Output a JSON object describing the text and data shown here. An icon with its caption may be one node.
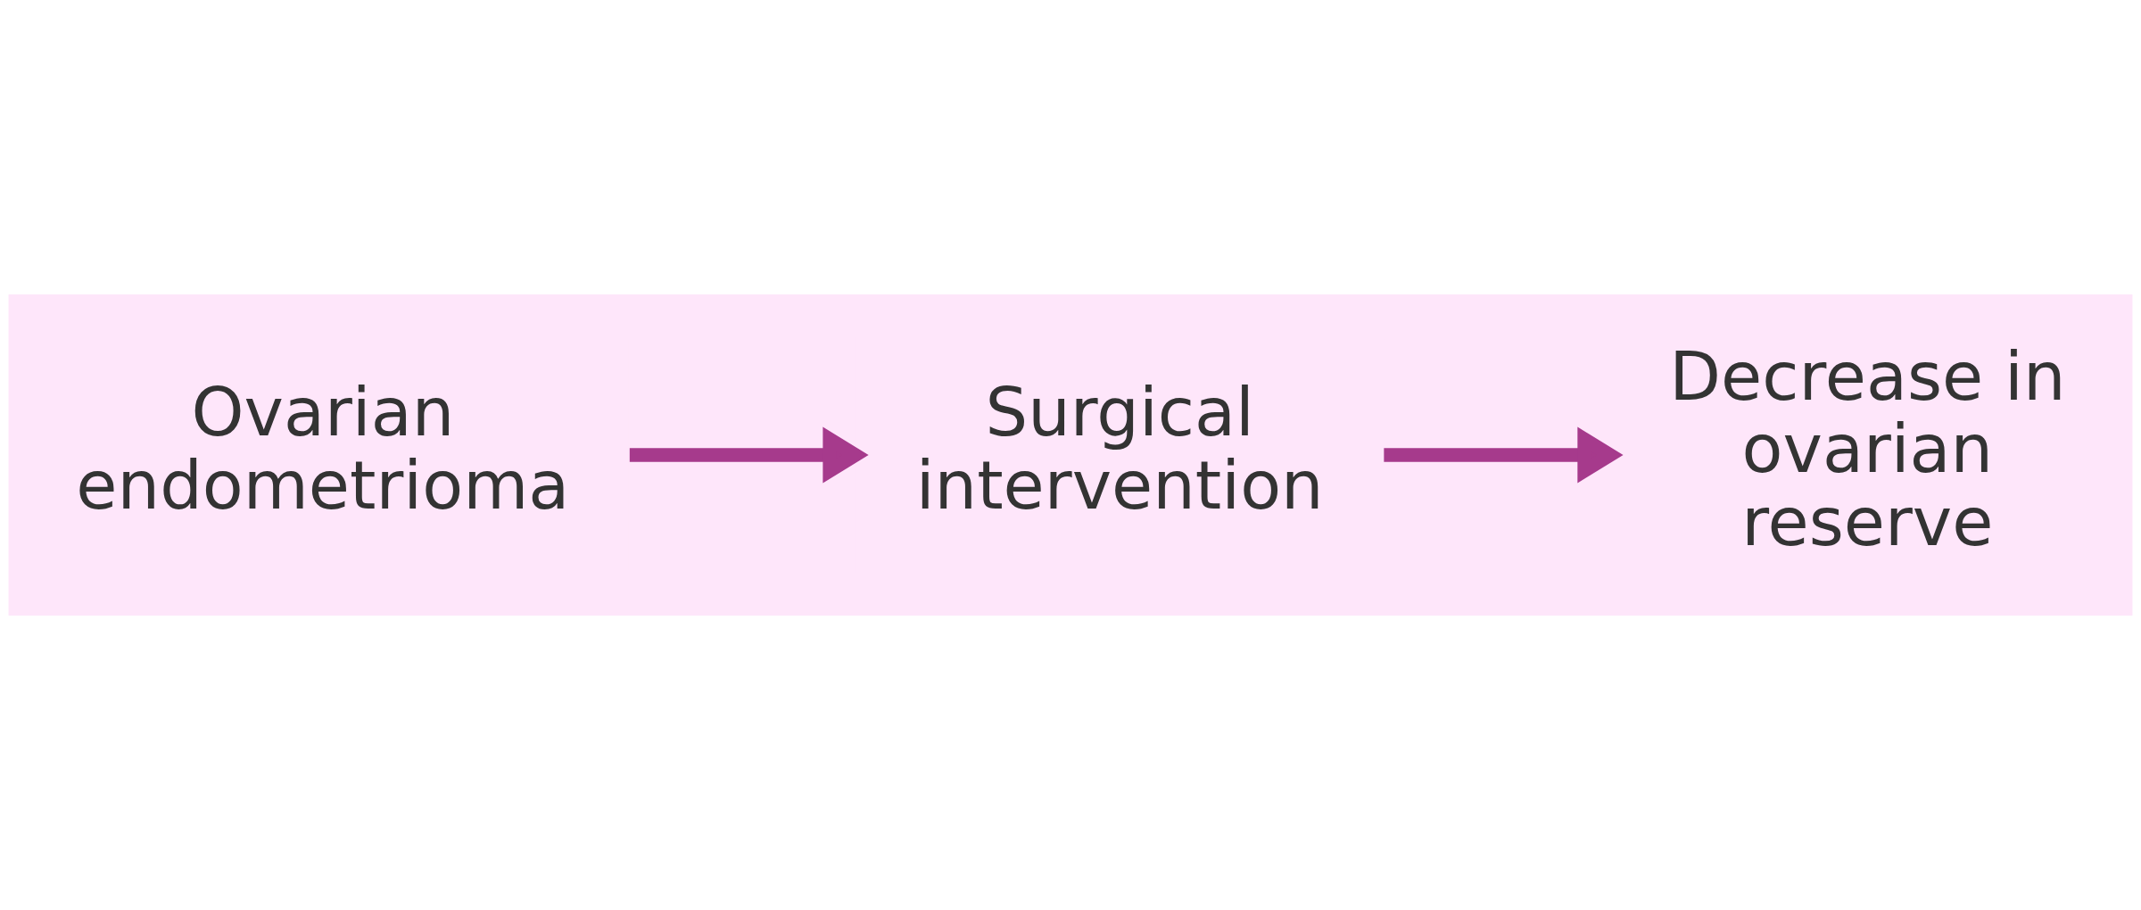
{
  "diagram": {
    "nodes": [
      {
        "text": [
          "Ovarian endometrioma"
        ]
      },
      {
        "text": [
          "Surgical intervention"
        ]
      },
      {
        "text": [
          "Decrease in ovarian reserve"
        ]
      }
    ],
    "edges": [
      {
        "from": 0,
        "to": 1,
        "arrow": "to"
      },
      {
        "from": 1,
        "to": 2,
        "arrow": "to"
      }
    ]
  }
}
